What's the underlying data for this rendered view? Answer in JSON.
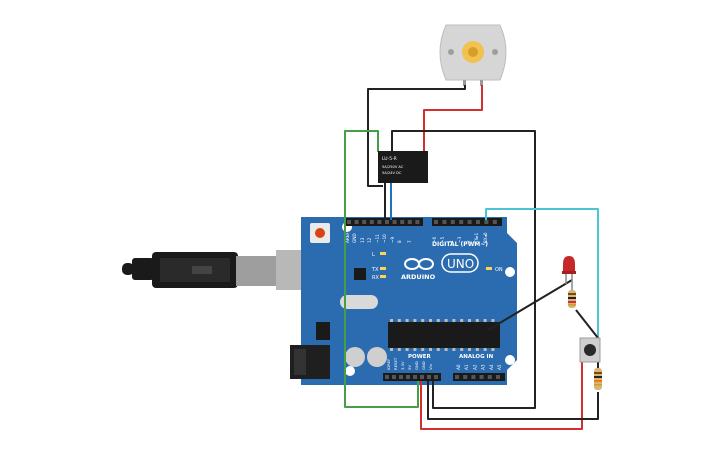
{
  "relay": {
    "model": "LU-5-R",
    "rating1": "5A/250V AC",
    "rating2": "5A/24V  DC"
  },
  "board": {
    "logo_text": "UNO",
    "brand": "ARDUINO",
    "digital_label": "DIGITAL (PWM~)",
    "power_label": "POWER",
    "analog_label": "ANALOG IN",
    "led_l": "L",
    "led_tx": "TX",
    "led_rx": "RX",
    "led_on": "ON",
    "top_pins": [
      "AREF",
      "GND",
      "13",
      "12",
      "~11",
      "~10",
      "~9",
      "8",
      "7",
      "~6",
      "~5",
      "4",
      "~3",
      "2",
      "TX▸1",
      "RX◂0"
    ],
    "power_pins": [
      "IOREF",
      "RESET",
      "3.3V",
      "5V",
      "GND",
      "GND",
      "Vin"
    ],
    "analog_pins": [
      "A0",
      "A1",
      "A2",
      "A3",
      "A4",
      "A5"
    ]
  },
  "colors": {
    "board": "#2b6cb0",
    "wire_black": "#222222",
    "wire_red": "#d32f2f",
    "wire_green": "#43a047",
    "wire_cyan": "#4fc3d6",
    "wire_blue": "#1e73be",
    "led": "#c62828"
  }
}
